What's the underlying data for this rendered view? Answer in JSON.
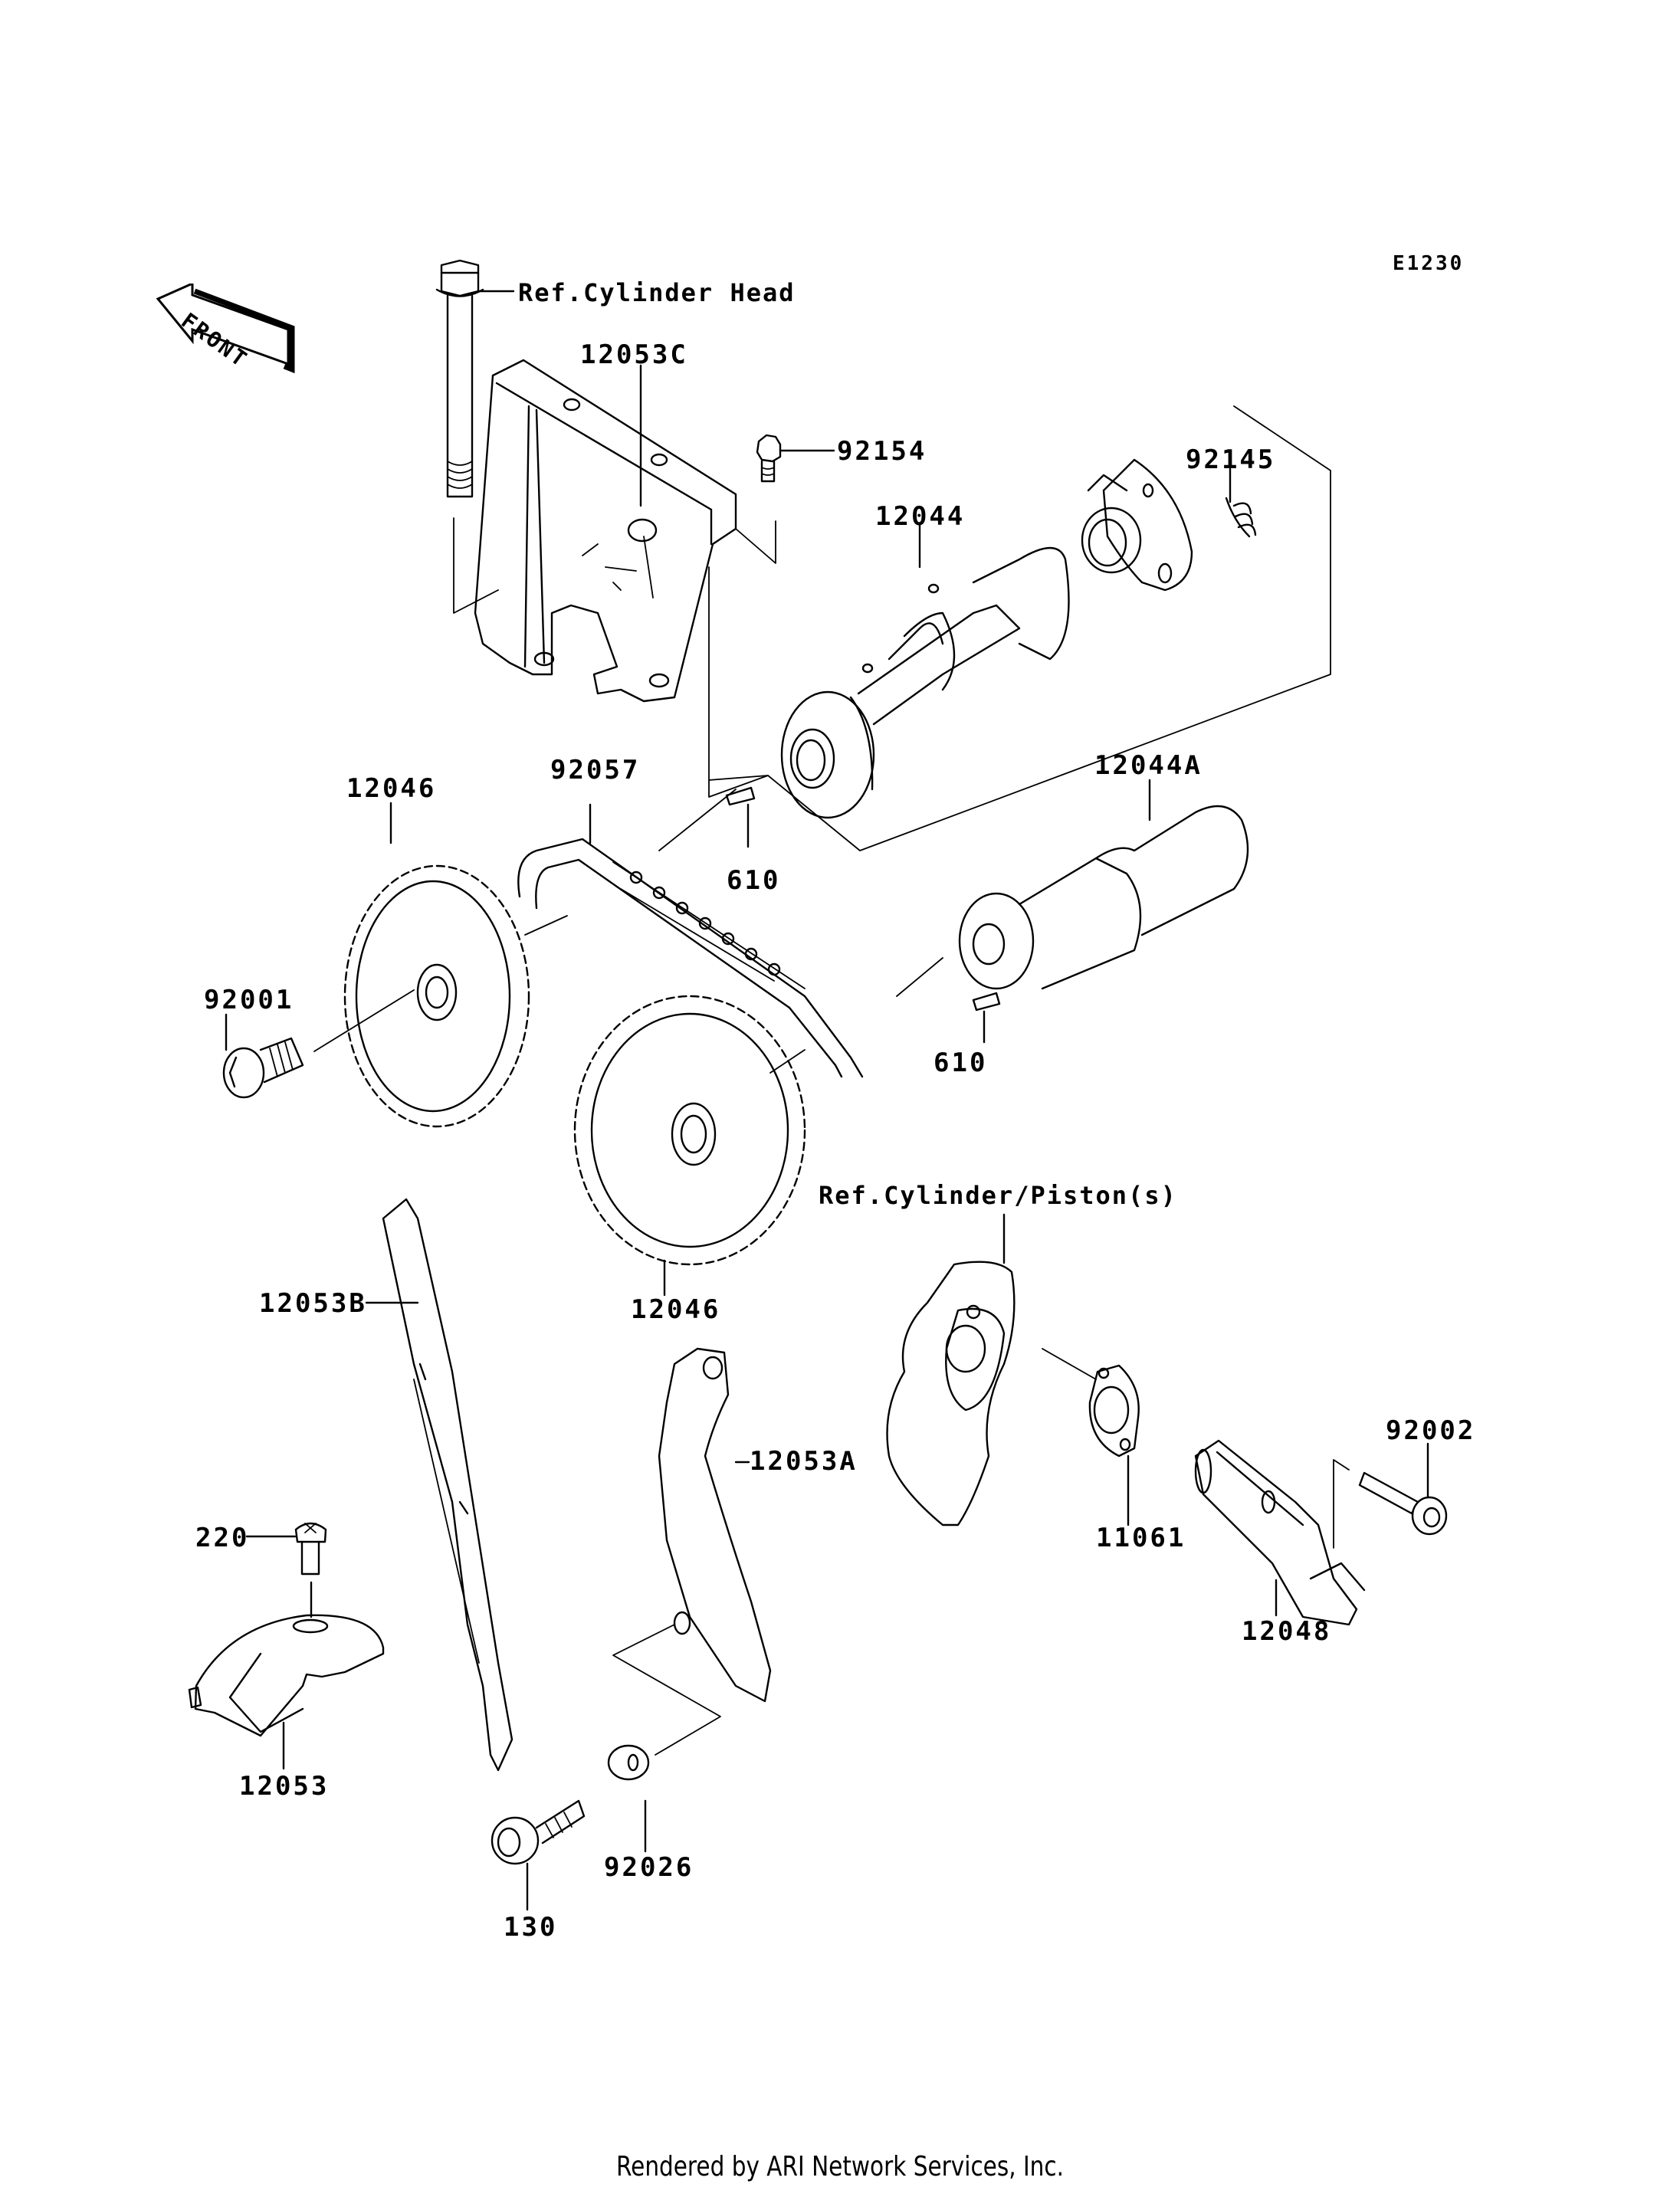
{
  "diagram": {
    "title_code": "E1230",
    "front_indicator": "FRONT",
    "references": {
      "cylinder_head": "Ref.Cylinder Head",
      "cylinder_piston": "Ref.Cylinder/Piston(s)"
    },
    "parts": [
      {
        "id": "12053C",
        "desc": "camshaft chain guide bracket (top)"
      },
      {
        "id": "92154",
        "desc": "bolt"
      },
      {
        "id": "92145",
        "desc": "spring"
      },
      {
        "id": "12044",
        "desc": "camshaft (with decompressor)"
      },
      {
        "id": "12044A",
        "desc": "camshaft"
      },
      {
        "id": "92057",
        "desc": "cam chain"
      },
      {
        "id": "610",
        "desc": "pin (upper camshaft)"
      },
      {
        "id": "610",
        "desc": "pin (lower camshaft)"
      },
      {
        "id": "12046",
        "desc": "camshaft sprocket (left)"
      },
      {
        "id": "12046",
        "desc": "camshaft sprocket (center)"
      },
      {
        "id": "92001",
        "desc": "sprocket bolt"
      },
      {
        "id": "12053B",
        "desc": "chain guide (rear)"
      },
      {
        "id": "12053A",
        "desc": "chain tensioner guide"
      },
      {
        "id": "11061",
        "desc": "gasket"
      },
      {
        "id": "92002",
        "desc": "tensioner bolt"
      },
      {
        "id": "12048",
        "desc": "cam chain tensioner"
      },
      {
        "id": "220",
        "desc": "screw"
      },
      {
        "id": "12053",
        "desc": "chain guide (small)"
      },
      {
        "id": "130",
        "desc": "flanged bolt"
      },
      {
        "id": "92026",
        "desc": "washer"
      }
    ]
  },
  "footer": "Rendered by ARI Network Services, Inc."
}
